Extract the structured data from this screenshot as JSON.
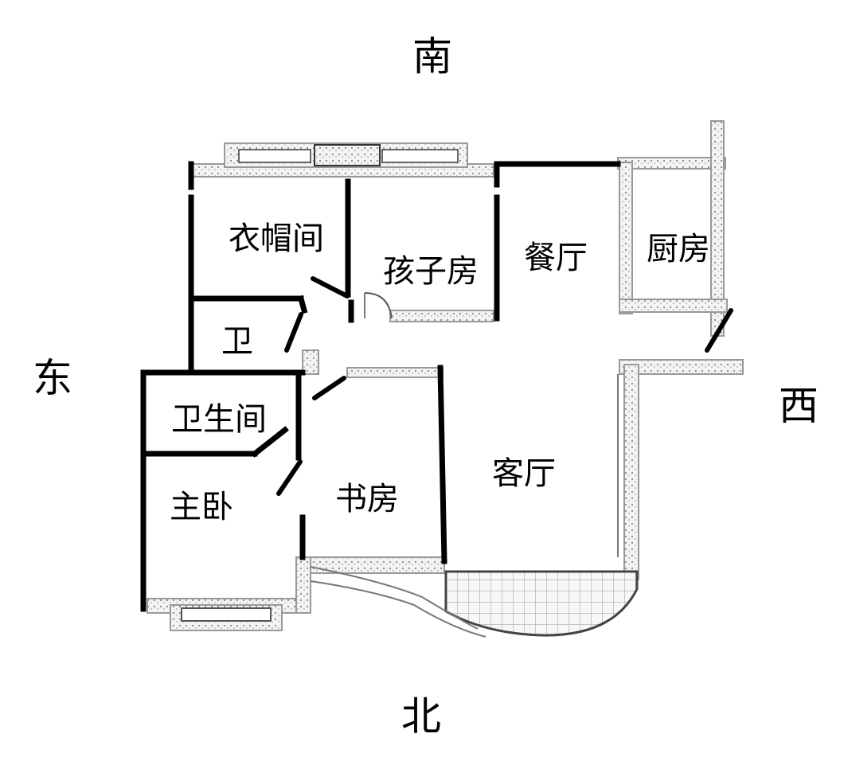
{
  "compass": {
    "south": "南",
    "east": "东",
    "west": "西",
    "north": "北"
  },
  "rooms": {
    "cloakroom": "衣帽间",
    "child_room": "孩子房",
    "dining_room": "餐厅",
    "kitchen": "厨房",
    "bath_small": "卫",
    "bathroom": "卫生间",
    "master_bedroom": "主卧",
    "study": "书房",
    "living_room": "客厅"
  },
  "colors": {
    "wall": "#000000",
    "hatch": "#9a9a9a",
    "background": "#ffffff"
  }
}
